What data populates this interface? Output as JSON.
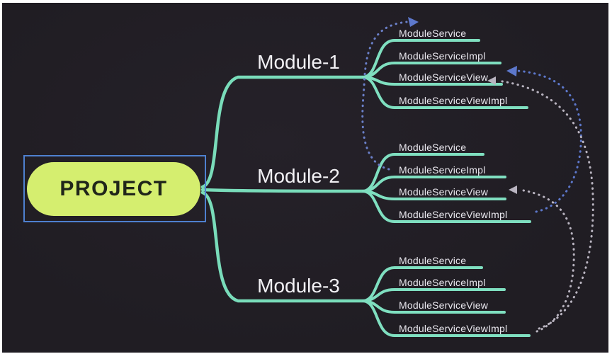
{
  "root": {
    "label": "PROJECT"
  },
  "modules": [
    {
      "label": "Module-1",
      "leaves": [
        "ModuleService",
        "ModuleServiceImpl",
        "ModuleServiceView",
        "ModuleServiceViewImpl"
      ]
    },
    {
      "label": "Module-2",
      "leaves": [
        "ModuleService",
        "ModuleServiceImpl",
        "ModuleServiceView",
        "ModuleServiceViewImpl"
      ]
    },
    {
      "label": "Module-3",
      "leaves": [
        "ModuleService",
        "ModuleServiceImpl",
        "ModuleServiceView",
        "ModuleServiceViewImpl"
      ]
    }
  ],
  "arrows": [
    {
      "from": "Module-2 / ModuleServiceImpl",
      "to": "Module-1 / ModuleService",
      "style": "dotted",
      "color": "#6b80c9"
    },
    {
      "from": "Module-2 / ModuleServiceViewImpl",
      "to": "Module-1 / ModuleServiceView",
      "style": "dotted",
      "color": "#5d78cc"
    },
    {
      "from": "Module-3 / ModuleServiceViewImpl",
      "to": "Module-1 / ModuleServiceView",
      "style": "dotted",
      "color": "#b9b4c0"
    },
    {
      "from": "Module-3 / ModuleServiceViewImpl",
      "to": "Module-2 / ModuleServiceView",
      "style": "dotted",
      "color": "#b9b4c0"
    }
  ],
  "colors": {
    "background": "#211e24",
    "frame": "#ffffff",
    "branch_teal": "#79dcba",
    "root_fill": "#d5ee6f",
    "root_text": "#20261a",
    "selection_blue": "#4e80cf",
    "label_text": "#f2f1f5",
    "arrow_blue": "#5d78cc",
    "arrow_gray": "#b9b4c0"
  }
}
